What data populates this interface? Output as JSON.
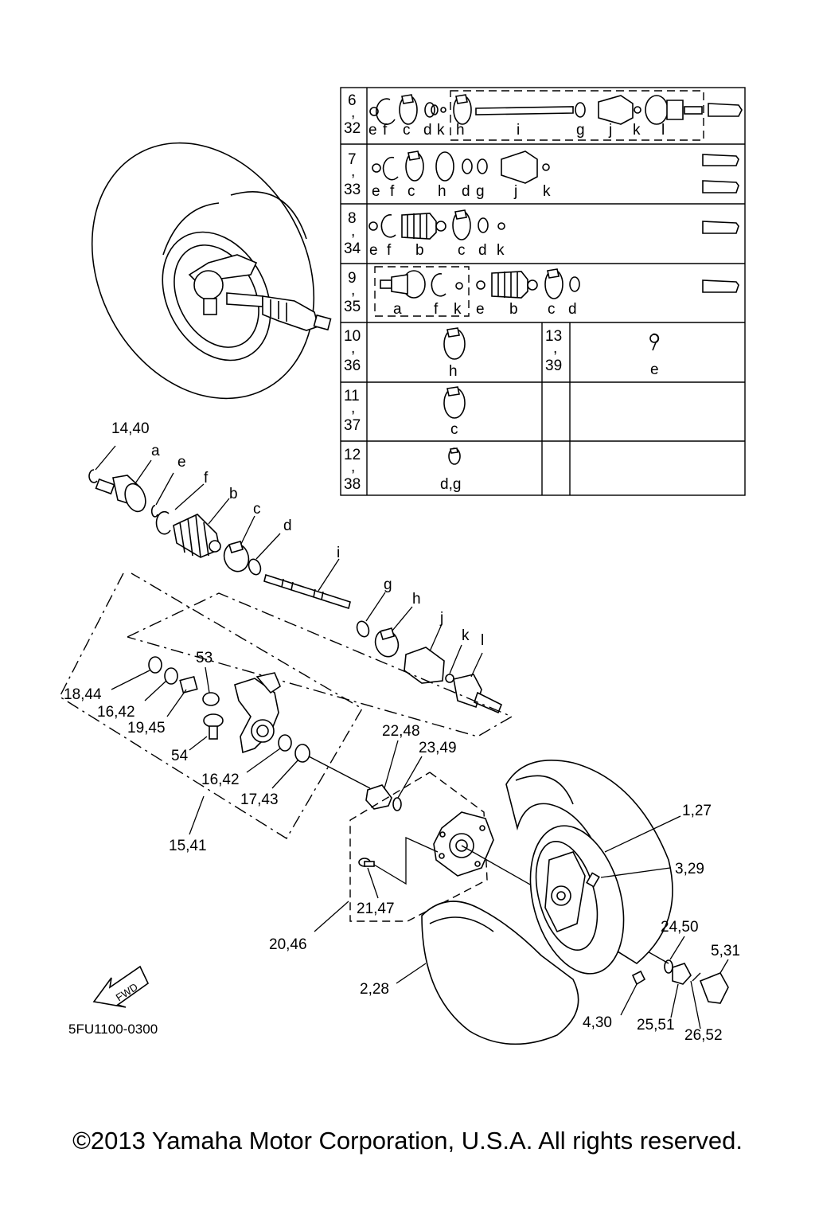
{
  "table": {
    "rows": [
      {
        "n1": "6",
        "sep": ",",
        "n2": "32",
        "letters": [
          "e",
          "f",
          "c",
          "d",
          "k",
          "h",
          "i",
          "g",
          "j",
          "k",
          "l"
        ]
      },
      {
        "n1": "7",
        "sep": ",",
        "n2": "33",
        "letters": [
          "e",
          "f",
          "c",
          "h",
          "d",
          "g",
          "j",
          "k"
        ]
      },
      {
        "n1": "8",
        "sep": ",",
        "n2": "34",
        "letters": [
          "e",
          "f",
          "b",
          "c",
          "d",
          "k"
        ]
      },
      {
        "n1": "9",
        "sep": ",",
        "n2": "35",
        "letters": [
          "a",
          "f",
          "k",
          "e",
          "b",
          "c",
          "d"
        ]
      },
      {
        "n1": "10",
        "sep": ",",
        "n2": "36",
        "letters": [
          "h"
        ],
        "n1b": "13",
        "n2b": "39",
        "lettersb": [
          "e"
        ]
      },
      {
        "n1": "11",
        "sep": ",",
        "n2": "37",
        "letters": [
          "c"
        ]
      },
      {
        "n1": "12",
        "sep": ",",
        "n2": "38",
        "letters": [
          "d,g"
        ]
      }
    ]
  },
  "callouts": {
    "c14_40": "14,40",
    "a": "a",
    "e": "e",
    "f": "f",
    "b": "b",
    "c": "c",
    "d": "d",
    "i": "i",
    "g": "g",
    "h": "h",
    "j": "j",
    "k": "k",
    "l": "l",
    "c53": "53",
    "c18_44": "18,44",
    "c16_42a": "16,42",
    "c19_45": "19,45",
    "c54": "54",
    "c16_42b": "16,42",
    "c17_43": "17,43",
    "c15_41": "15,41",
    "c22_48": "22,48",
    "c23_49": "23,49",
    "c1_27": "1,27",
    "c3_29": "3,29",
    "c21_47": "21,47",
    "c20_46": "20,46",
    "c24_50": "24,50",
    "c5_31": "5,31",
    "c2_28": "2,28",
    "c4_30": "4,30",
    "c25_51": "25,51",
    "c26_52": "26,52"
  },
  "fwd_label": "FWD",
  "diagram_code": "5FU1100-0300",
  "copyright": "©2013 Yamaha Motor Corporation, U.S.A. All rights reserved."
}
